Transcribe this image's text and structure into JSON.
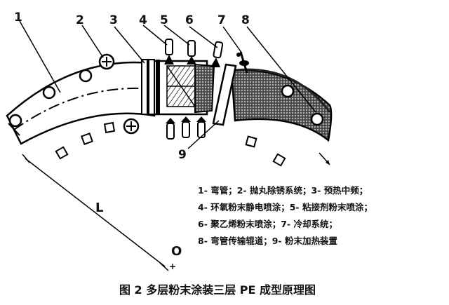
{
  "labels": {
    "n1": "1",
    "n2": "2",
    "n3": "3",
    "n4": "4",
    "n5": "5",
    "n6": "6",
    "n7": "7",
    "n8": "8",
    "n9": "9",
    "L": "L",
    "O": "O"
  },
  "legend": [
    "1- 弯管；2- 抛丸除锈系统；3- 预热中频；",
    "4- 环氧粉末静电喷涂；5- 粘接剂粉末喷涂；",
    "6- 聚乙烯粉末喷涂；7- 冷却系统；",
    "8- 弯管传输辊道；9- 粉末加热装置"
  ],
  "caption": "图 2    多层粉末涂装三层 PE 成型原理图"
}
